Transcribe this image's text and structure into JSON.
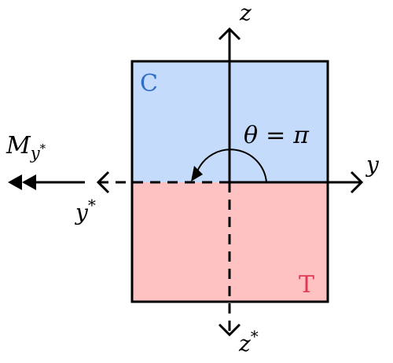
{
  "regions": {
    "compression": {
      "label": "C",
      "fill": "#c5dbfb",
      "label_color": "#2f6cc4"
    },
    "tension": {
      "label": "T",
      "fill": "#ffc2c2",
      "label_color": "#e03a52"
    }
  },
  "axes": {
    "z": "z",
    "y": "y",
    "y_star": "y",
    "y_star_sup": "*",
    "z_star": "z",
    "z_star_sup": "*"
  },
  "moment": {
    "symbol": "M",
    "subscript": "y",
    "subscript_sup": "*"
  },
  "angle": {
    "theta": "θ",
    "equals": "=",
    "value": "π"
  },
  "colors": {
    "stroke": "#000000"
  }
}
